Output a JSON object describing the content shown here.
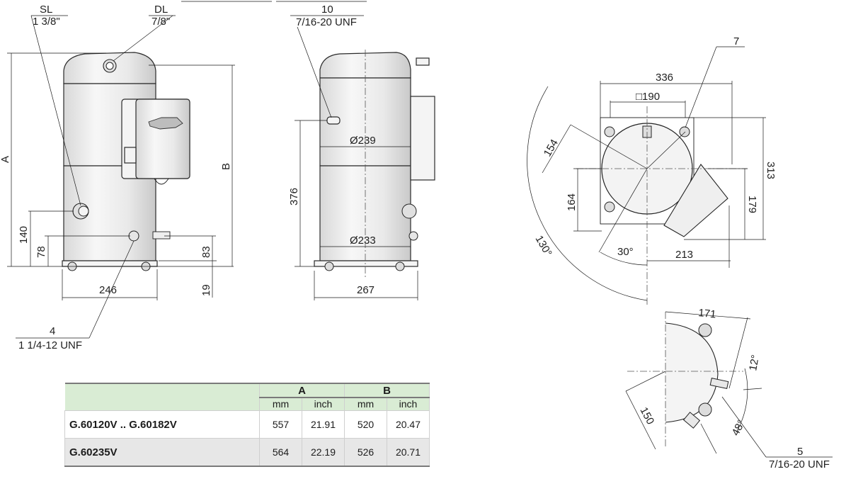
{
  "front_view": {
    "sl_label": "SL",
    "sl_size": "1 3/8\"",
    "dl_label": "DL",
    "dl_size": "7/8\"",
    "dim_a": "A",
    "dim_b": "B",
    "dim_140": "140",
    "dim_78": "78",
    "dim_83": "83",
    "dim_19": "19",
    "dim_246": "246",
    "callout_4": "4",
    "thread_4": "1 1/4-12 UNF"
  },
  "side_view": {
    "callout_10": "10",
    "thread_10": "7/16-20 UNF",
    "dia_239": "Ø239",
    "dia_233": "Ø233",
    "dim_376": "376",
    "dim_267": "267"
  },
  "top_view": {
    "callout_7": "7",
    "dim_336": "336",
    "dim_190": "□190",
    "dim_154": "154",
    "dim_164": "164",
    "dim_313": "313",
    "dim_179": "179",
    "dim_213": "213",
    "angle_30": "30°",
    "angle_130": "130°"
  },
  "bottom_detail": {
    "dim_171": "171",
    "dim_150": "150",
    "angle_12": "12°",
    "angle_48": "48°",
    "callout_5": "5",
    "thread_5": "7/16-20 UNF"
  },
  "table": {
    "group_a": "A",
    "group_b": "B",
    "unit_mm": "mm",
    "unit_inch": "inch",
    "rows": [
      {
        "model": "G.60120V .. G.60182V",
        "a_mm": "557",
        "a_inch": "21.91",
        "b_mm": "520",
        "b_inch": "20.47"
      },
      {
        "model": "G.60235V",
        "a_mm": "564",
        "a_inch": "22.19",
        "b_mm": "526",
        "b_inch": "20.71"
      }
    ]
  }
}
